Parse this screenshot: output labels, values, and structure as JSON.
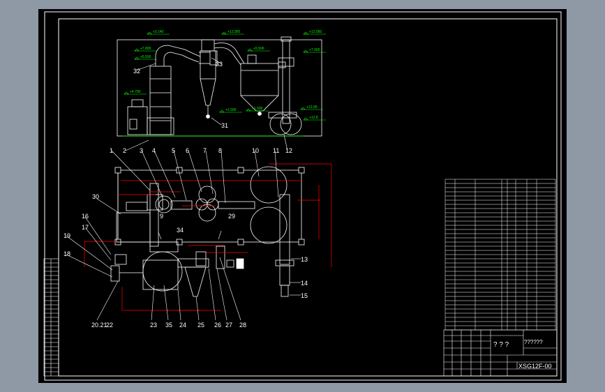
{
  "colors": {
    "canvas": "#8e99a5",
    "sheet": "#000000",
    "line": "#ffffff",
    "elevation": "#00ff00",
    "dimension": "#ff0000"
  },
  "elevation_view": {
    "elevations": [
      "+3.140",
      "+7.800",
      "+5.500",
      "+12.000",
      "+5.500",
      "+12.000",
      "+7.000",
      "+1.500",
      "+4.700",
      "+12.00",
      "+1.500",
      "+12.8"
    ]
  },
  "part_numbers": {
    "top_row": [
      "1",
      "2",
      "3",
      "4",
      "5",
      "6",
      "7",
      "8",
      "10",
      "11",
      "12"
    ],
    "left_column": [
      "30",
      "16",
      "17",
      "19",
      "18"
    ],
    "right_column": [
      "13",
      "14",
      "15"
    ],
    "bottom_row": [
      "20.21",
      "22",
      "23",
      "35",
      "24",
      "25",
      "26",
      "27",
      "28"
    ],
    "inner": [
      "9",
      "34",
      "29",
      "31",
      "32",
      "33"
    ]
  },
  "title_block": {
    "title": "?  ?  ?",
    "subtitle": "??????",
    "drawing_no": "XSG12F-00"
  }
}
